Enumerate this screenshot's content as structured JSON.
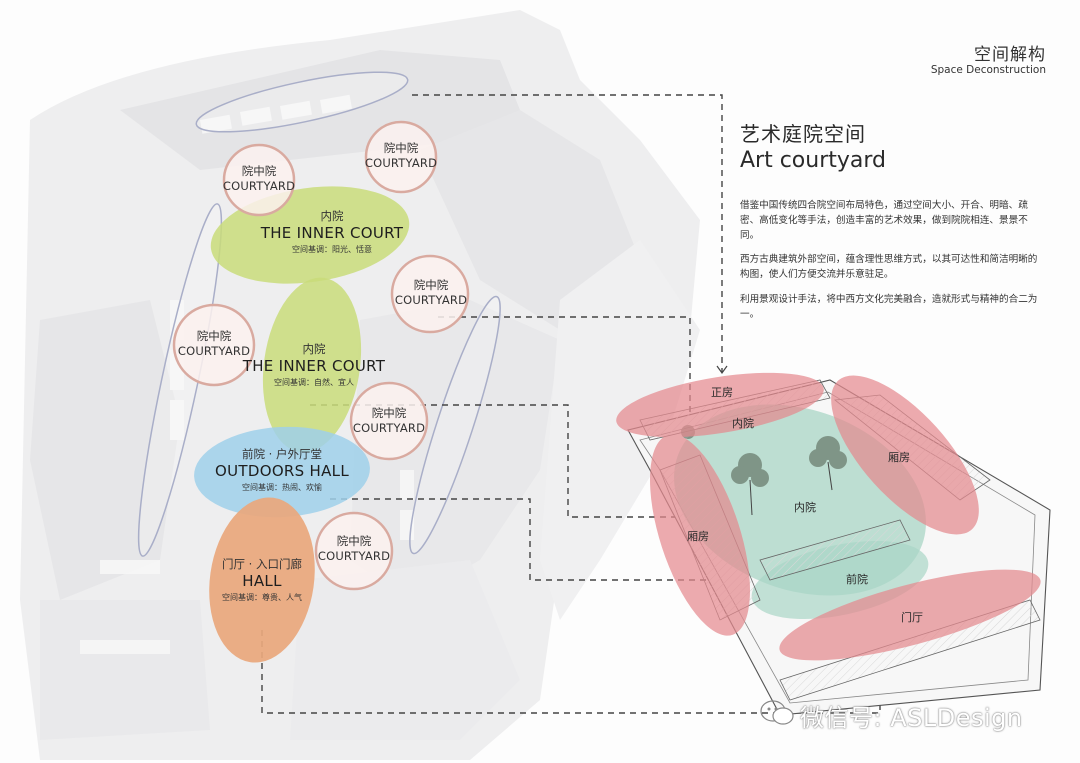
{
  "header": {
    "title_cn": "空间解构",
    "title_en": "Space Deconstruction"
  },
  "section": {
    "title_cn": "艺术庭院空间",
    "title_en": "Art courtyard",
    "paragraphs": [
      "借鉴中国传统四合院空间布局特色，通过空间大小、开合、明暗、疏密、高低变化等手法，创造丰富的艺术效果，做到院院相连、景景不同。",
      "西方古典建筑外部空间，蕴含理性思维方式，以其可达性和简洁明晰的构图，使人们方便交流并乐意驻足。",
      "利用景观设计手法，将中西方文化完美融合，造就形式与精神的合二为一。"
    ]
  },
  "plan": {
    "courtyards": [
      {
        "cn": "院中院",
        "en": "COURTYARD"
      },
      {
        "cn": "院中院",
        "en": "COURTYARD"
      },
      {
        "cn": "院中院",
        "en": "COURTYARD"
      },
      {
        "cn": "院中院",
        "en": "COURTYARD"
      },
      {
        "cn": "院中院",
        "en": "COURTYARD"
      },
      {
        "cn": "院中院",
        "en": "COURTYARD"
      }
    ],
    "zones": [
      {
        "cn": "内院",
        "en": "THE INNER COURT",
        "sub": "空间基调：阳光、恬意",
        "color": "#c9dc7a"
      },
      {
        "cn": "内院",
        "en": "THE INNER COURT",
        "sub": "空间基调：自然、宜人",
        "color": "#c9dc7a"
      },
      {
        "cn": "前院 · 户外厅堂",
        "en": "OUTDOORS HALL",
        "sub": "空间基调：热闹、欢愉",
        "color": "#9fd0ea"
      },
      {
        "cn": "门厅 · 入口门廊",
        "en": "HALL",
        "sub": "空间基调：尊贵、人气",
        "color": "#e9a77c"
      }
    ]
  },
  "axonometric": {
    "labels": {
      "main_house": "正房",
      "inner_court_top": "内院",
      "inner_court_center": "内院",
      "wing_left": "厢房",
      "wing_right": "厢房",
      "front_court": "前院",
      "gate_hall": "门厅"
    },
    "highlight_red": "#e58a8f",
    "highlight_green": "#a9d6c6"
  },
  "watermark": "微信号: ASLDesign",
  "colors": {
    "courtyard_ring": "#d9aaa0",
    "courtyard_fill": "#fbf1ee",
    "outline_ellipse": "#a9aec8",
    "dash": "#444444"
  }
}
